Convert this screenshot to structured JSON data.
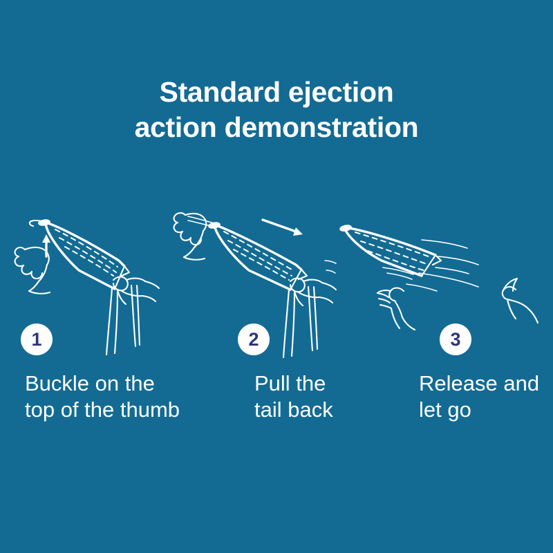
{
  "poster": {
    "background_color": "#136b93",
    "ink_color": "#ffffff",
    "badge_background_color": "#fdfdfd",
    "badge_text_color": "#2f3679"
  },
  "title": {
    "line1": "Standard ejection",
    "line2": "action demonstration",
    "full": "Standard ejection action demonstration"
  },
  "steps": [
    {
      "number": "1",
      "caption": "Buckle on the\ntop of the thumb",
      "illustration_name": "hand-hooking-launcher-on-thumb",
      "annotation_icon": "up-arrow-icon"
    },
    {
      "number": "2",
      "caption": "Pull the\ntail back",
      "illustration_name": "hand-pulling-tail-back",
      "annotation_icon": "right-arrow-icon"
    },
    {
      "number": "3",
      "caption": "Release and\nlet go",
      "illustration_name": "launcher-flying-away-hands-open",
      "annotation_icon": "motion-lines-icon"
    }
  ]
}
